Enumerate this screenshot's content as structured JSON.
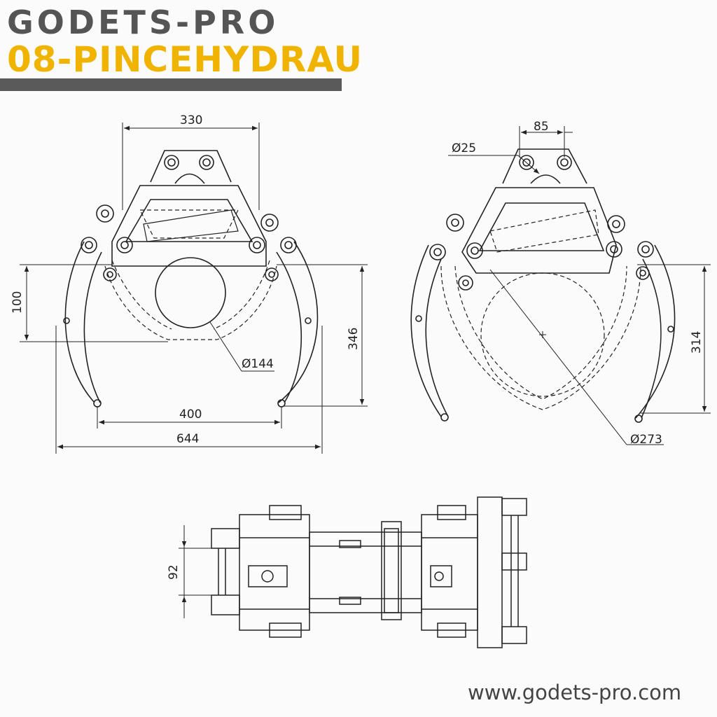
{
  "header": {
    "brand": "GODETS-PRO",
    "product": "08-PINCEHYDRAU"
  },
  "dimensions": {
    "view1_top_width": "330",
    "view1_height_100": "100",
    "view1_height_346": "346",
    "view1_diameter": "Ø144",
    "view1_opening": "400",
    "view1_total_width": "644",
    "view2_pin_spacing": "85",
    "view2_pin_diameter": "Ø25",
    "view2_height": "314",
    "view2_diameter": "Ø273",
    "top_view_spacing": "92"
  },
  "footer": {
    "website": "www.godets-pro.com"
  },
  "colors": {
    "accent": "#f0b400",
    "brand_gray": "#555555",
    "bar": "#5a5a5a",
    "line": "#222222"
  }
}
